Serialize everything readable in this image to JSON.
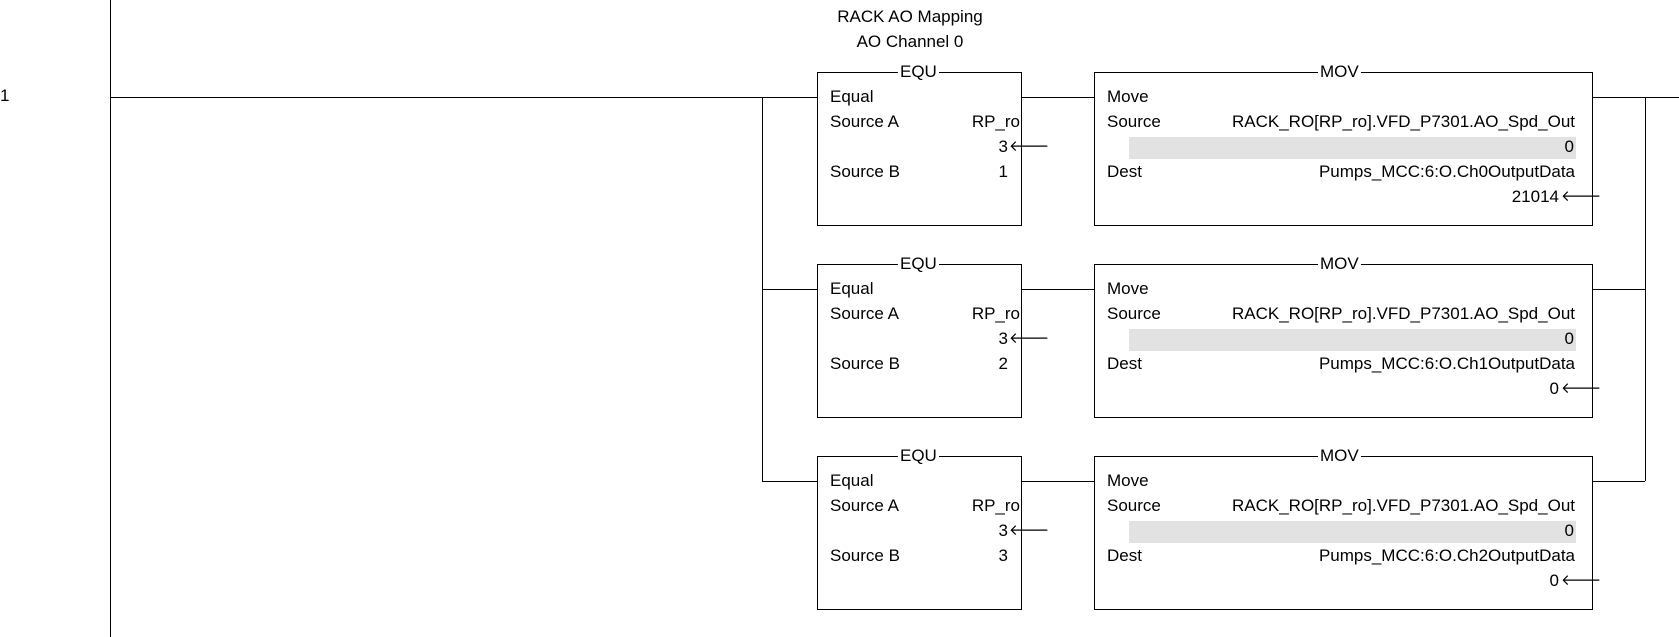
{
  "rung": {
    "number": "1",
    "comment_line1": "RACK AO Mapping",
    "comment_line2": "AO Channel 0"
  },
  "branches": [
    {
      "equ": {
        "mnemonic": "EQU",
        "name": "Equal",
        "source_a_label": "Source A",
        "source_a_tag": "RP_ro",
        "source_a_value": "3",
        "source_b_label": "Source B",
        "source_b_value": "1"
      },
      "mov": {
        "mnemonic": "MOV",
        "name": "Move",
        "source_label": "Source",
        "source_tag": "RACK_RO[RP_ro].VFD_P7301.AO_Spd_Out",
        "source_value": "0",
        "dest_label": "Dest",
        "dest_tag": "Pumps_MCC:6:O.Ch0OutputData",
        "dest_value": "21014"
      }
    },
    {
      "equ": {
        "mnemonic": "EQU",
        "name": "Equal",
        "source_a_label": "Source A",
        "source_a_tag": "RP_ro",
        "source_a_value": "3",
        "source_b_label": "Source B",
        "source_b_value": "2"
      },
      "mov": {
        "mnemonic": "MOV",
        "name": "Move",
        "source_label": "Source",
        "source_tag": "RACK_RO[RP_ro].VFD_P7301.AO_Spd_Out",
        "source_value": "0",
        "dest_label": "Dest",
        "dest_tag": "Pumps_MCC:6:O.Ch1OutputData",
        "dest_value": "0"
      }
    },
    {
      "equ": {
        "mnemonic": "EQU",
        "name": "Equal",
        "source_a_label": "Source A",
        "source_a_tag": "RP_ro",
        "source_a_value": "3",
        "source_b_label": "Source B",
        "source_b_value": "3"
      },
      "mov": {
        "mnemonic": "MOV",
        "name": "Move",
        "source_label": "Source",
        "source_tag": "RACK_RO[RP_ro].VFD_P7301.AO_Spd_Out",
        "source_value": "0",
        "dest_label": "Dest",
        "dest_tag": "Pumps_MCC:6:O.Ch2OutputData",
        "dest_value": "0"
      }
    }
  ],
  "icons": {
    "value_arrow": "left-arrow-icon"
  }
}
